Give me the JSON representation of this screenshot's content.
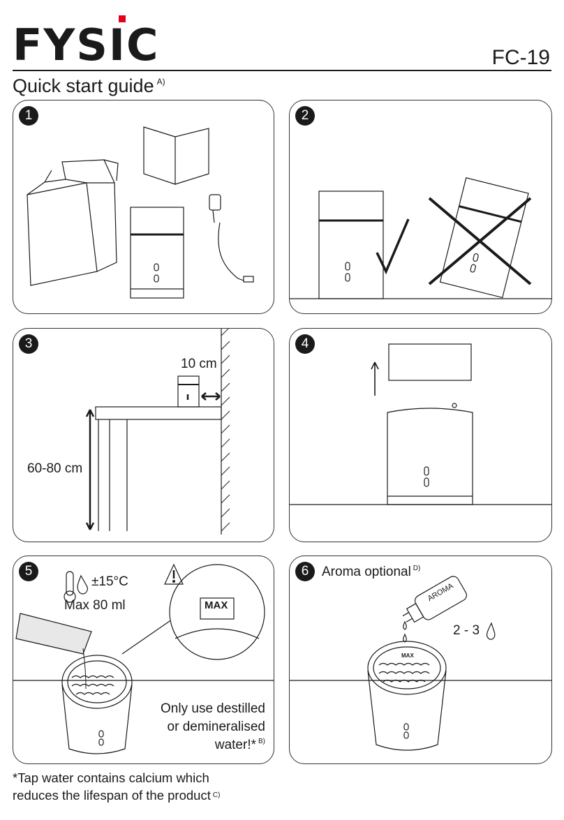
{
  "header": {
    "brand": "FYSIC",
    "model": "FC-19",
    "title": "Quick start guide",
    "title_ref": "A)"
  },
  "panels": [
    {
      "number": "1"
    },
    {
      "number": "2"
    },
    {
      "number": "3",
      "distance_label": "10 cm",
      "height_label": "60-80 cm"
    },
    {
      "number": "4"
    },
    {
      "number": "5",
      "temp_label": "±15°C",
      "max_label": "Max 80 ml",
      "max_marker": "MAX",
      "water_note": [
        "Only use destilled",
        "or demineralised",
        "water!*"
      ],
      "water_note_ref": "B)"
    },
    {
      "number": "6",
      "aroma_label": "Aroma optional",
      "aroma_ref": "D)",
      "bottle_label": "AROMA",
      "drops_label": "2 - 3",
      "max_marker": "MAX"
    }
  ],
  "footnote": {
    "lines": [
      "*Tap water contains calcium which",
      "reduces the lifespan of the product"
    ],
    "ref": "C)"
  },
  "colors": {
    "ink": "#1a1a1a",
    "brand_accent": "#e3001b"
  }
}
